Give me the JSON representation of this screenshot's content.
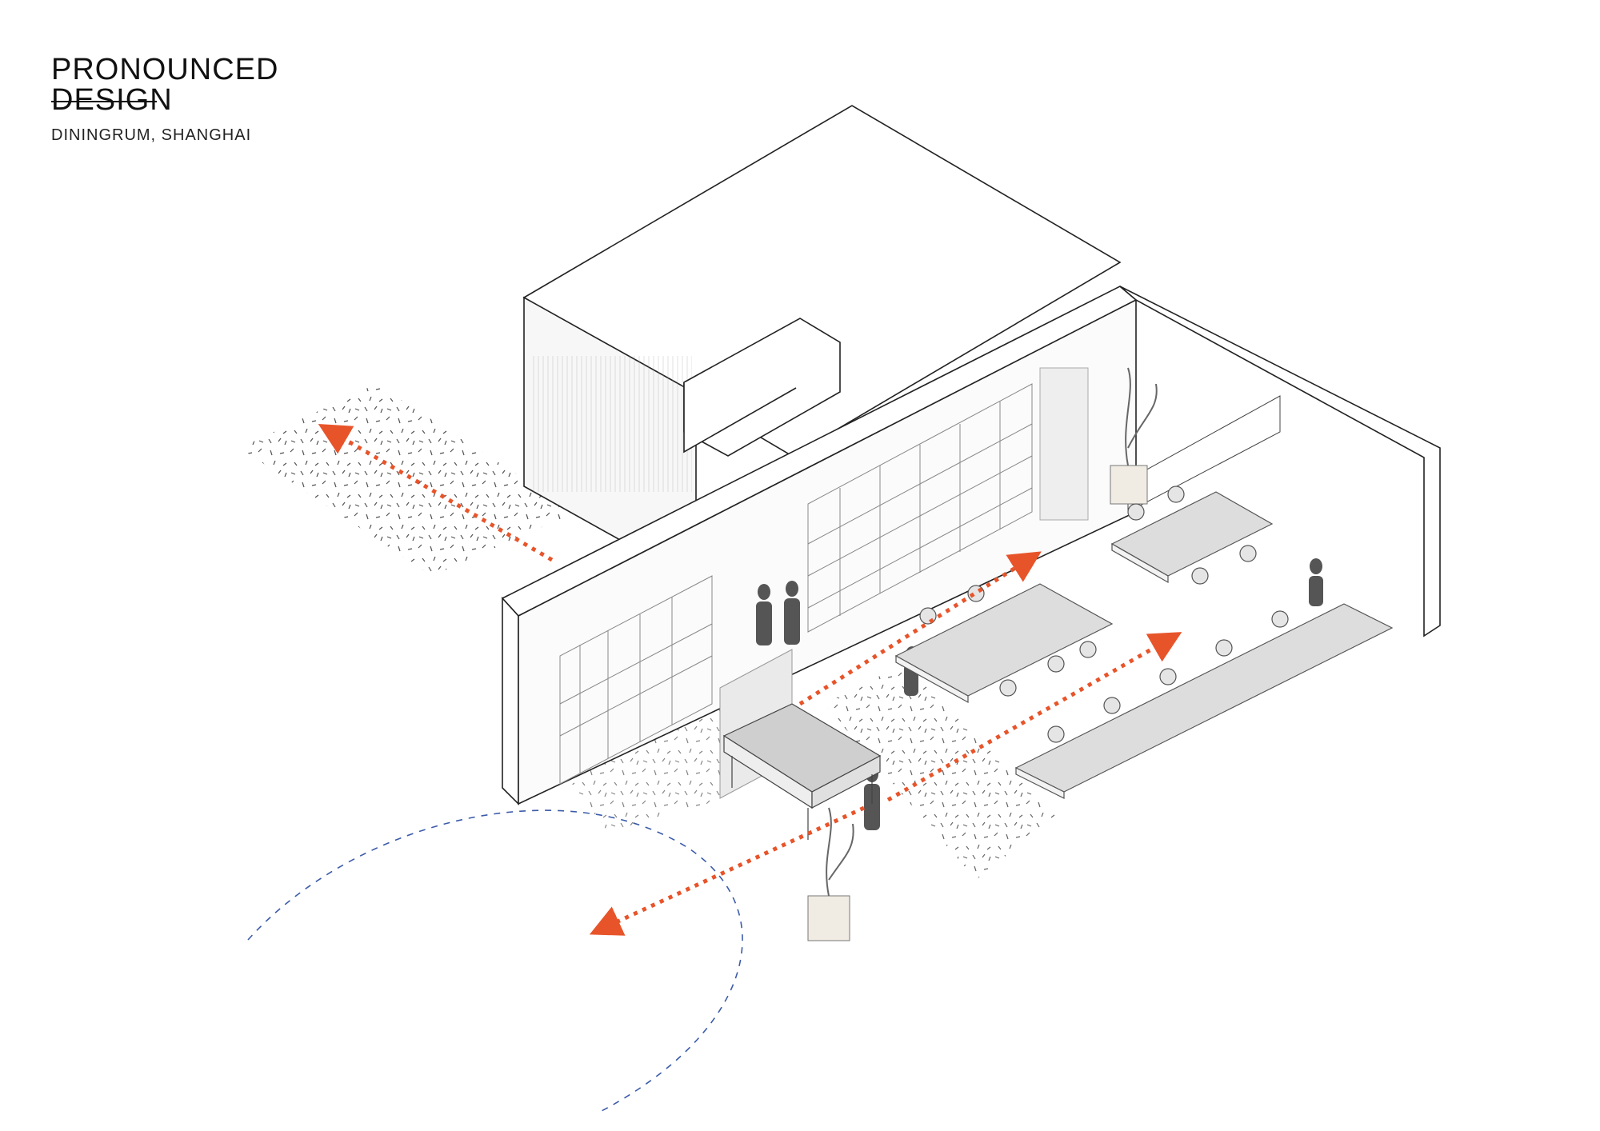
{
  "brand": {
    "line1": "PRONOUNCED",
    "line2": "DESIGN",
    "logo_letter_marks": [
      "PRONOUNCED",
      "DESIGN"
    ]
  },
  "project": {
    "title": "DININGRUM, SHANGHAI"
  },
  "colors": {
    "line": "#222222",
    "circulation_arrow": "#e8542a",
    "boundary_dash": "#3b5ba9",
    "furniture_fill": "#e6e6e6",
    "table_top": "#d9d9d9",
    "scatter_mark": "#333333"
  },
  "icons": {
    "arrow": "arrowhead-triangle",
    "plant": "planter-plant",
    "person": "person-figure",
    "chair": "office-chair"
  }
}
